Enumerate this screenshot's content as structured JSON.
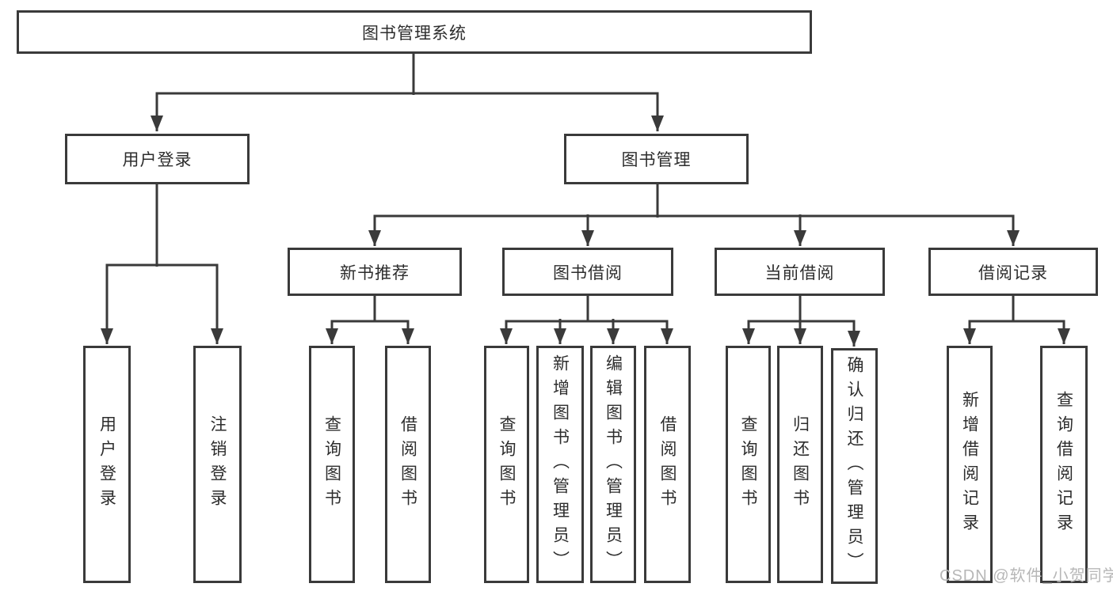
{
  "tree": {
    "root": {
      "label": "图书管理系统"
    },
    "branches": [
      {
        "label": "用户登录",
        "children": [
          {
            "label": "用户登录"
          },
          {
            "label": "注销登录"
          }
        ]
      },
      {
        "label": "图书管理",
        "children": [
          {
            "label": "新书推荐",
            "children": [
              {
                "label": "查询图书"
              },
              {
                "label": "借阅图书"
              }
            ]
          },
          {
            "label": "图书借阅",
            "children": [
              {
                "label": "查询图书"
              },
              {
                "label": "新增图书（管理员）"
              },
              {
                "label": "编辑图书（管理员）"
              },
              {
                "label": "借阅图书"
              }
            ]
          },
          {
            "label": "当前借阅",
            "children": [
              {
                "label": "查询图书"
              },
              {
                "label": "归还图书"
              },
              {
                "label": "确认归还（管理员）"
              }
            ]
          },
          {
            "label": "借阅记录",
            "children": [
              {
                "label": "新增借阅记录"
              },
              {
                "label": "查询借阅记录"
              }
            ]
          }
        ]
      }
    ]
  },
  "watermark": {
    "text": "CSDN @软件_小贺同学"
  },
  "colors": {
    "line": "#3a3a3a",
    "box_border": "#3a3a3a",
    "text": "#2d2d2d",
    "watermark": "#b7b7b7",
    "background": "#ffffff"
  }
}
